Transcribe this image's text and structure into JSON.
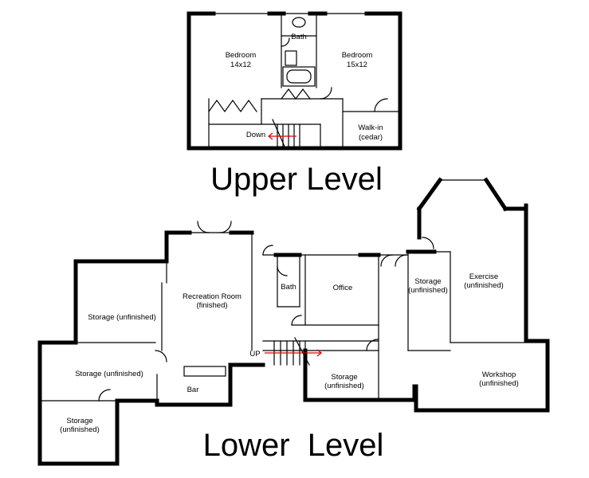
{
  "upper": {
    "title": "Upper Level",
    "rooms": {
      "bath": "Bath",
      "bedroom_left": [
        "Bedroom",
        "14x12"
      ],
      "bedroom_right": [
        "Bedroom",
        "15x12"
      ],
      "walkin": [
        "Walk-in",
        "(cedar)"
      ],
      "stair_label": "Down"
    }
  },
  "lower": {
    "title": "Lower  Level",
    "rooms": {
      "recreation": [
        "Recreation Room",
        "(finished)"
      ],
      "bath": "Bath",
      "office": "Office",
      "storage_center": [
        "Storage",
        "(unfinished)"
      ],
      "exercise": [
        "Exercise",
        "(unfinished)"
      ],
      "storage_left_top": "Storage (unfinished)",
      "storage_left_mid": "Storage (unfinished)",
      "storage_left_bottom": [
        "Storage",
        "(unfinished)"
      ],
      "bar": "Bar",
      "stair_label": "UP",
      "storage_under_stair": [
        "Storage",
        "(unfinished)"
      ],
      "workshop": [
        "Workshop",
        "(unfinished)"
      ]
    }
  },
  "colors": {
    "wall": "#000000",
    "stair_arrow": "#dd0000"
  }
}
